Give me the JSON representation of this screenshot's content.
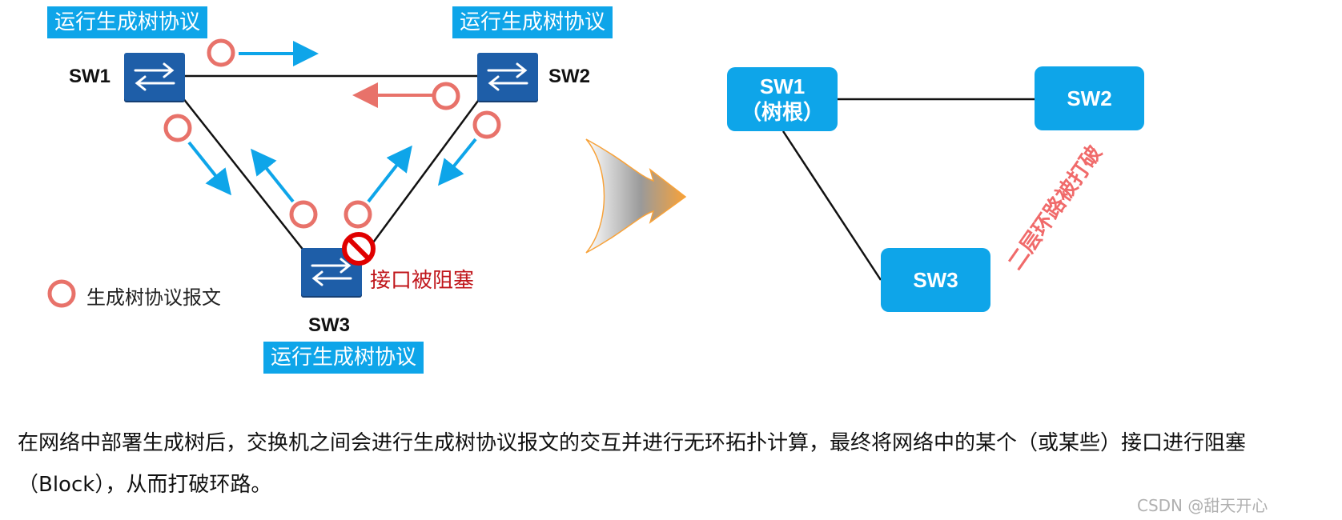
{
  "left_diagram": {
    "protocol_tag": "运行生成树协议",
    "switches": [
      {
        "id": "sw1",
        "label": "SW1"
      },
      {
        "id": "sw2",
        "label": "SW2"
      },
      {
        "id": "sw3",
        "label": "SW3"
      }
    ],
    "blocked_port_label": "接口被阻塞",
    "legend_label": "生成树协议报文",
    "colors": {
      "stp_packet": "#e8726a",
      "arrow_blue": "#0ea5e9",
      "arrow_red": "#e8726a",
      "block_red": "#e00000"
    }
  },
  "right_diagram": {
    "nodes": [
      {
        "id": "sw1",
        "label": "SW1",
        "sublabel": "（树根）"
      },
      {
        "id": "sw2",
        "label": "SW2"
      },
      {
        "id": "sw3",
        "label": "SW3"
      }
    ],
    "broken_loop_label": "二层环路被打破",
    "node_color": "#0ea5e9"
  },
  "caption": "在网络中部署生成树后，交换机之间会进行生成树协议报文的交互并进行无环拓扑计算，最终将网络中的某个（或某些）接口进行阻塞（Block），从而打破环路。",
  "watermark": "CSDN @甜天开心"
}
